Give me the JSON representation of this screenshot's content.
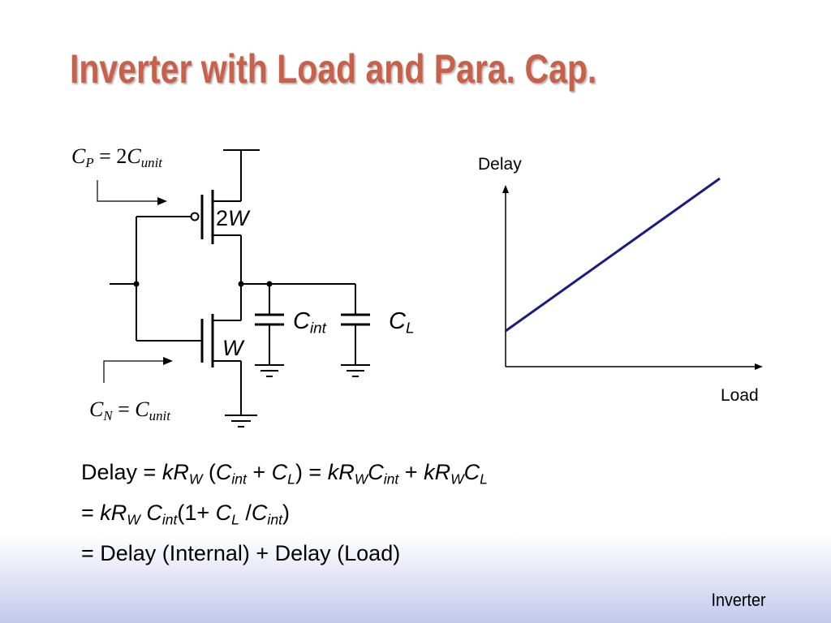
{
  "slide": {
    "title": "Inverter with Load and Para. Cap.",
    "footer": "Inverter"
  },
  "circuit": {
    "cp": {
      "sym": "C",
      "sub": "P",
      "eq": " = 2",
      "rhs": "C",
      "rhs_sub": "unit"
    },
    "cn": {
      "sym": "C",
      "sub": "N",
      "eq": " = ",
      "rhs": "C",
      "rhs_sub": "unit"
    },
    "pmos": {
      "mult": "2",
      "w": "W"
    },
    "nmos": {
      "w": "W"
    },
    "cint": {
      "sym": "C",
      "sub": "int"
    },
    "cl": {
      "sym": "C",
      "sub": "L"
    }
  },
  "plot": {
    "ylabel": "Delay",
    "xlabel": "Load"
  },
  "equations": {
    "line1": {
      "delay": "Delay",
      "eq": " = ",
      "k1": "kR",
      "w1": "W",
      "paren_open": " (",
      "c1": "C",
      "c1_sub": "int",
      "plus1": " + ",
      "c2": "C",
      "c2_sub": "L",
      "paren_close_eq": ") = ",
      "k2": "kR",
      "w2": "W",
      "c3": "C",
      "c3_sub": "int",
      "plus2": " + ",
      "k3": "kR",
      "w3": "W",
      "c4": "C",
      "c4_sub": "L"
    },
    "line2": {
      "eq": "= ",
      "k": "kR",
      "w": "W",
      "c1": " C",
      "c1_sub": "int",
      "open": "(1+ ",
      "c2": "C",
      "c2_sub": "L",
      "slash": " /",
      "c3": "C",
      "c3_sub": "int",
      "close": ")"
    },
    "line3": {
      "eq": "= ",
      "text": "Delay (Internal) + Delay (Load)"
    }
  }
}
